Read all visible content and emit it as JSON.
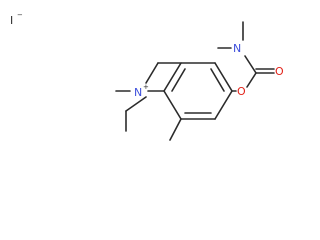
{
  "molecule": {
    "counter_ion": {
      "symbol": "I",
      "charge": "−"
    },
    "ammonium_nitrogen": {
      "symbol": "N",
      "charge": "+"
    },
    "amine_nitrogen": {
      "symbol": "N"
    },
    "carbonyl_oxygen": {
      "symbol": "O"
    },
    "ester_oxygen": {
      "symbol": "O"
    }
  },
  "colors": {
    "bond": "#2b2b2b",
    "nitrogen": "#3d4fdc",
    "oxygen": "#e2231a",
    "background": "#ffffff"
  }
}
